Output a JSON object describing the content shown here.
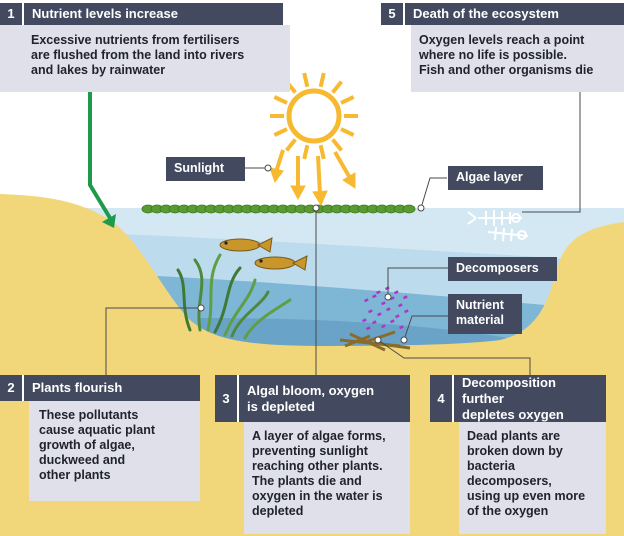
{
  "steps": [
    {
      "num": "1",
      "title": "Nutrient levels increase",
      "text": "Excessive nutrients from fertilisers\nare flushed from the land into rivers\nand lakes by rainwater"
    },
    {
      "num": "2",
      "title": "Plants flourish",
      "text": "These pollutants\ncause aquatic plant\ngrowth of algae,\nduckweed and\nother plants"
    },
    {
      "num": "3",
      "title": "Algal bloom, oxygen\nis depleted",
      "text": "A layer of algae forms,\npreventing sunlight\nreaching other plants.\nThe plants die and\noxygen in the water is\ndepleted"
    },
    {
      "num": "4",
      "title": "Decomposition further\ndepletes oxygen",
      "text": "Dead plants are\nbroken down by\nbacteria\ndecomposers,\nusing up even more\nof the oxygen"
    },
    {
      "num": "5",
      "title": "Death of the ecosystem",
      "text": "Oxygen levels reach a point\nwhere no life is possible.\nFish and other organisms die"
    }
  ],
  "labels": {
    "sunlight": "Sunlight",
    "algae_layer": "Algae layer",
    "decomposers": "Decomposers",
    "nutrient_material": "Nutrient\nmaterial"
  },
  "colors": {
    "box_header": "#434a60",
    "box_body": "#dfe0ea",
    "land": "#f2d77a",
    "water_light": "#d4e8f3",
    "water_mid": "#bcdbed",
    "water_deep": "#7eb6d6",
    "sun": "#f7b92f",
    "arrow": "#1e9a4a",
    "algae": "#5a9a32",
    "decomposer": "#b134c8"
  }
}
